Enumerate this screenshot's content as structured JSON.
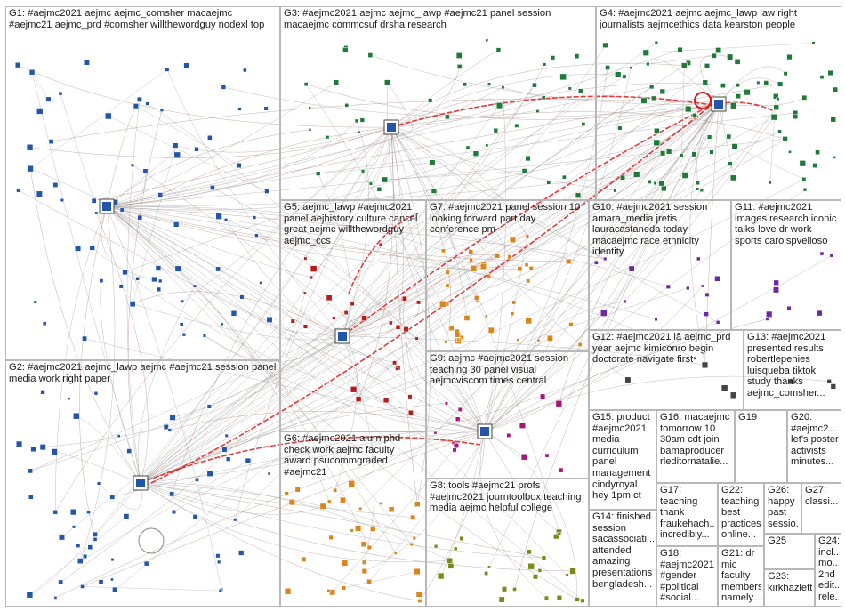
{
  "groups": [
    {
      "id": "G1",
      "label": "G1: #aejmc2021 aejmc aejmc_comsher macaejmc #aejmc21 aejmc_prd #comsher willthewordguy nodexl top"
    },
    {
      "id": "G2",
      "label": "G2: #aejmc2021 aejmc_lawp aejmc #aejmc21 session panel media work right paper"
    },
    {
      "id": "G3",
      "label": "G3: #aejmc2021 aejmc aejmc_lawp #aejmc21 panel session macaejmc commcsuf drsha research"
    },
    {
      "id": "G4",
      "label": "G4: #aejmc2021 aejmc aejmc_lawp law right journalists aejmcethics data kearston people"
    },
    {
      "id": "G5",
      "label": "G5: aejmc_lawp #aejmc2021 panel aejhistory culture cancel great aejmc willthewordguy aejmc_ccs"
    },
    {
      "id": "G6",
      "label": "G6: #aejmc2021 alum phd check work aejmc faculty award psucommgraded #aejmc21"
    },
    {
      "id": "G7",
      "label": "G7: #aejmc2021 panel session 10 looking forward part day conference pm"
    },
    {
      "id": "G8",
      "label": "G8: tools #aejmc21 profs #aejmc2021 journtoolbox teaching media aejmc helpful college"
    },
    {
      "id": "G9",
      "label": "G9: aejmc #aejmc2021 session teaching 30 panel visual aejmcviscom times central"
    },
    {
      "id": "G10",
      "label": "G10: #aejmc2021 session amara_media jretis lauracastaneda today macaejmc race ethnicity identity"
    },
    {
      "id": "G11",
      "label": "G11: #aejmc2021 images research iconic talks love dr work sports carolspvelloso"
    },
    {
      "id": "G12",
      "label": "G12: #aejmc2021 iâ aejmc_prd year aejmc kimiconro begin doctorate navigate first"
    },
    {
      "id": "G13",
      "label": "G13: #aejmc2021 presented results robertlepenies luisqueba tiktok study thanks aejmc_comsher..."
    },
    {
      "id": "G14",
      "label": "G14: finished session sacassociati... attended amazing presentations bengladesh..."
    },
    {
      "id": "G15",
      "label": "G15: product #aejmc2021 media curriculum panel management cindyroyal hey 1pm ct"
    },
    {
      "id": "G16",
      "label": "G16: macaejmc tomorrow 10 30am cdt join bamaproducer rleditornatalie..."
    },
    {
      "id": "G17",
      "label": "G17: teaching thank fraukehach... incredibly..."
    },
    {
      "id": "G18",
      "label": "G18: #aejmc2021 #gender #political #social..."
    },
    {
      "id": "G19",
      "label": "G19"
    },
    {
      "id": "G20",
      "label": "G20: #aejmc2... let's poster activists minutes..."
    },
    {
      "id": "G21",
      "label": "G21: dr mic faculty members namely..."
    },
    {
      "id": "G22",
      "label": "G22: teaching best practices online..."
    },
    {
      "id": "G23",
      "label": "G23: kirkhazlett"
    },
    {
      "id": "G24",
      "label": "G24: incl... mo... 2nd edit... rele..."
    },
    {
      "id": "G25",
      "label": "G25"
    },
    {
      "id": "G26",
      "label": "G26: happy past sessio..."
    },
    {
      "id": "G27",
      "label": "G27: classi..."
    }
  ],
  "colors": {
    "edge": "#8a8a8a",
    "edge_group": "#9b6b5e",
    "edge_highlight": "#e01b1b",
    "node_green": "#1f7a3a",
    "node_blue": "#2356a8",
    "node_red": "#b51d1d",
    "node_purple": "#6b2aa0",
    "node_orange": "#d9861a",
    "node_olive": "#7a8a1a",
    "node_magenta": "#a8157a",
    "node_gray": "#444444"
  }
}
